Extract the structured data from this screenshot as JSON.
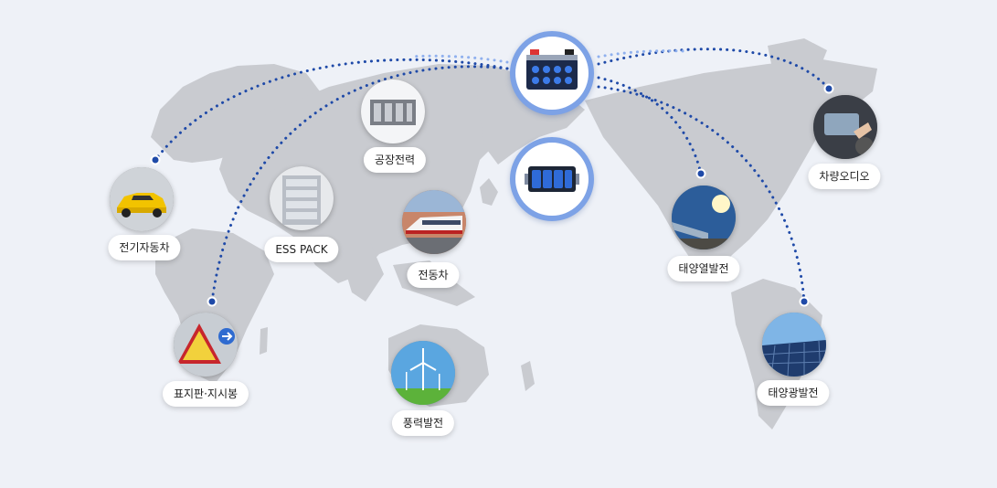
{
  "labels": {
    "ev": "전기자동차",
    "ess": "ESS PACK",
    "factory": "공장전력",
    "train": "전동차",
    "solar_thermal": "태양열발전",
    "car_audio": "차량오디오",
    "signs": "표지판·지시봉",
    "wind": "풍력발전",
    "solar_pv": "태양광발전"
  },
  "colors": {
    "background": "#eef1f7",
    "land": "#c9cbd0",
    "arc": "#1f4aa8",
    "hub_ring": "#7da2e6"
  }
}
